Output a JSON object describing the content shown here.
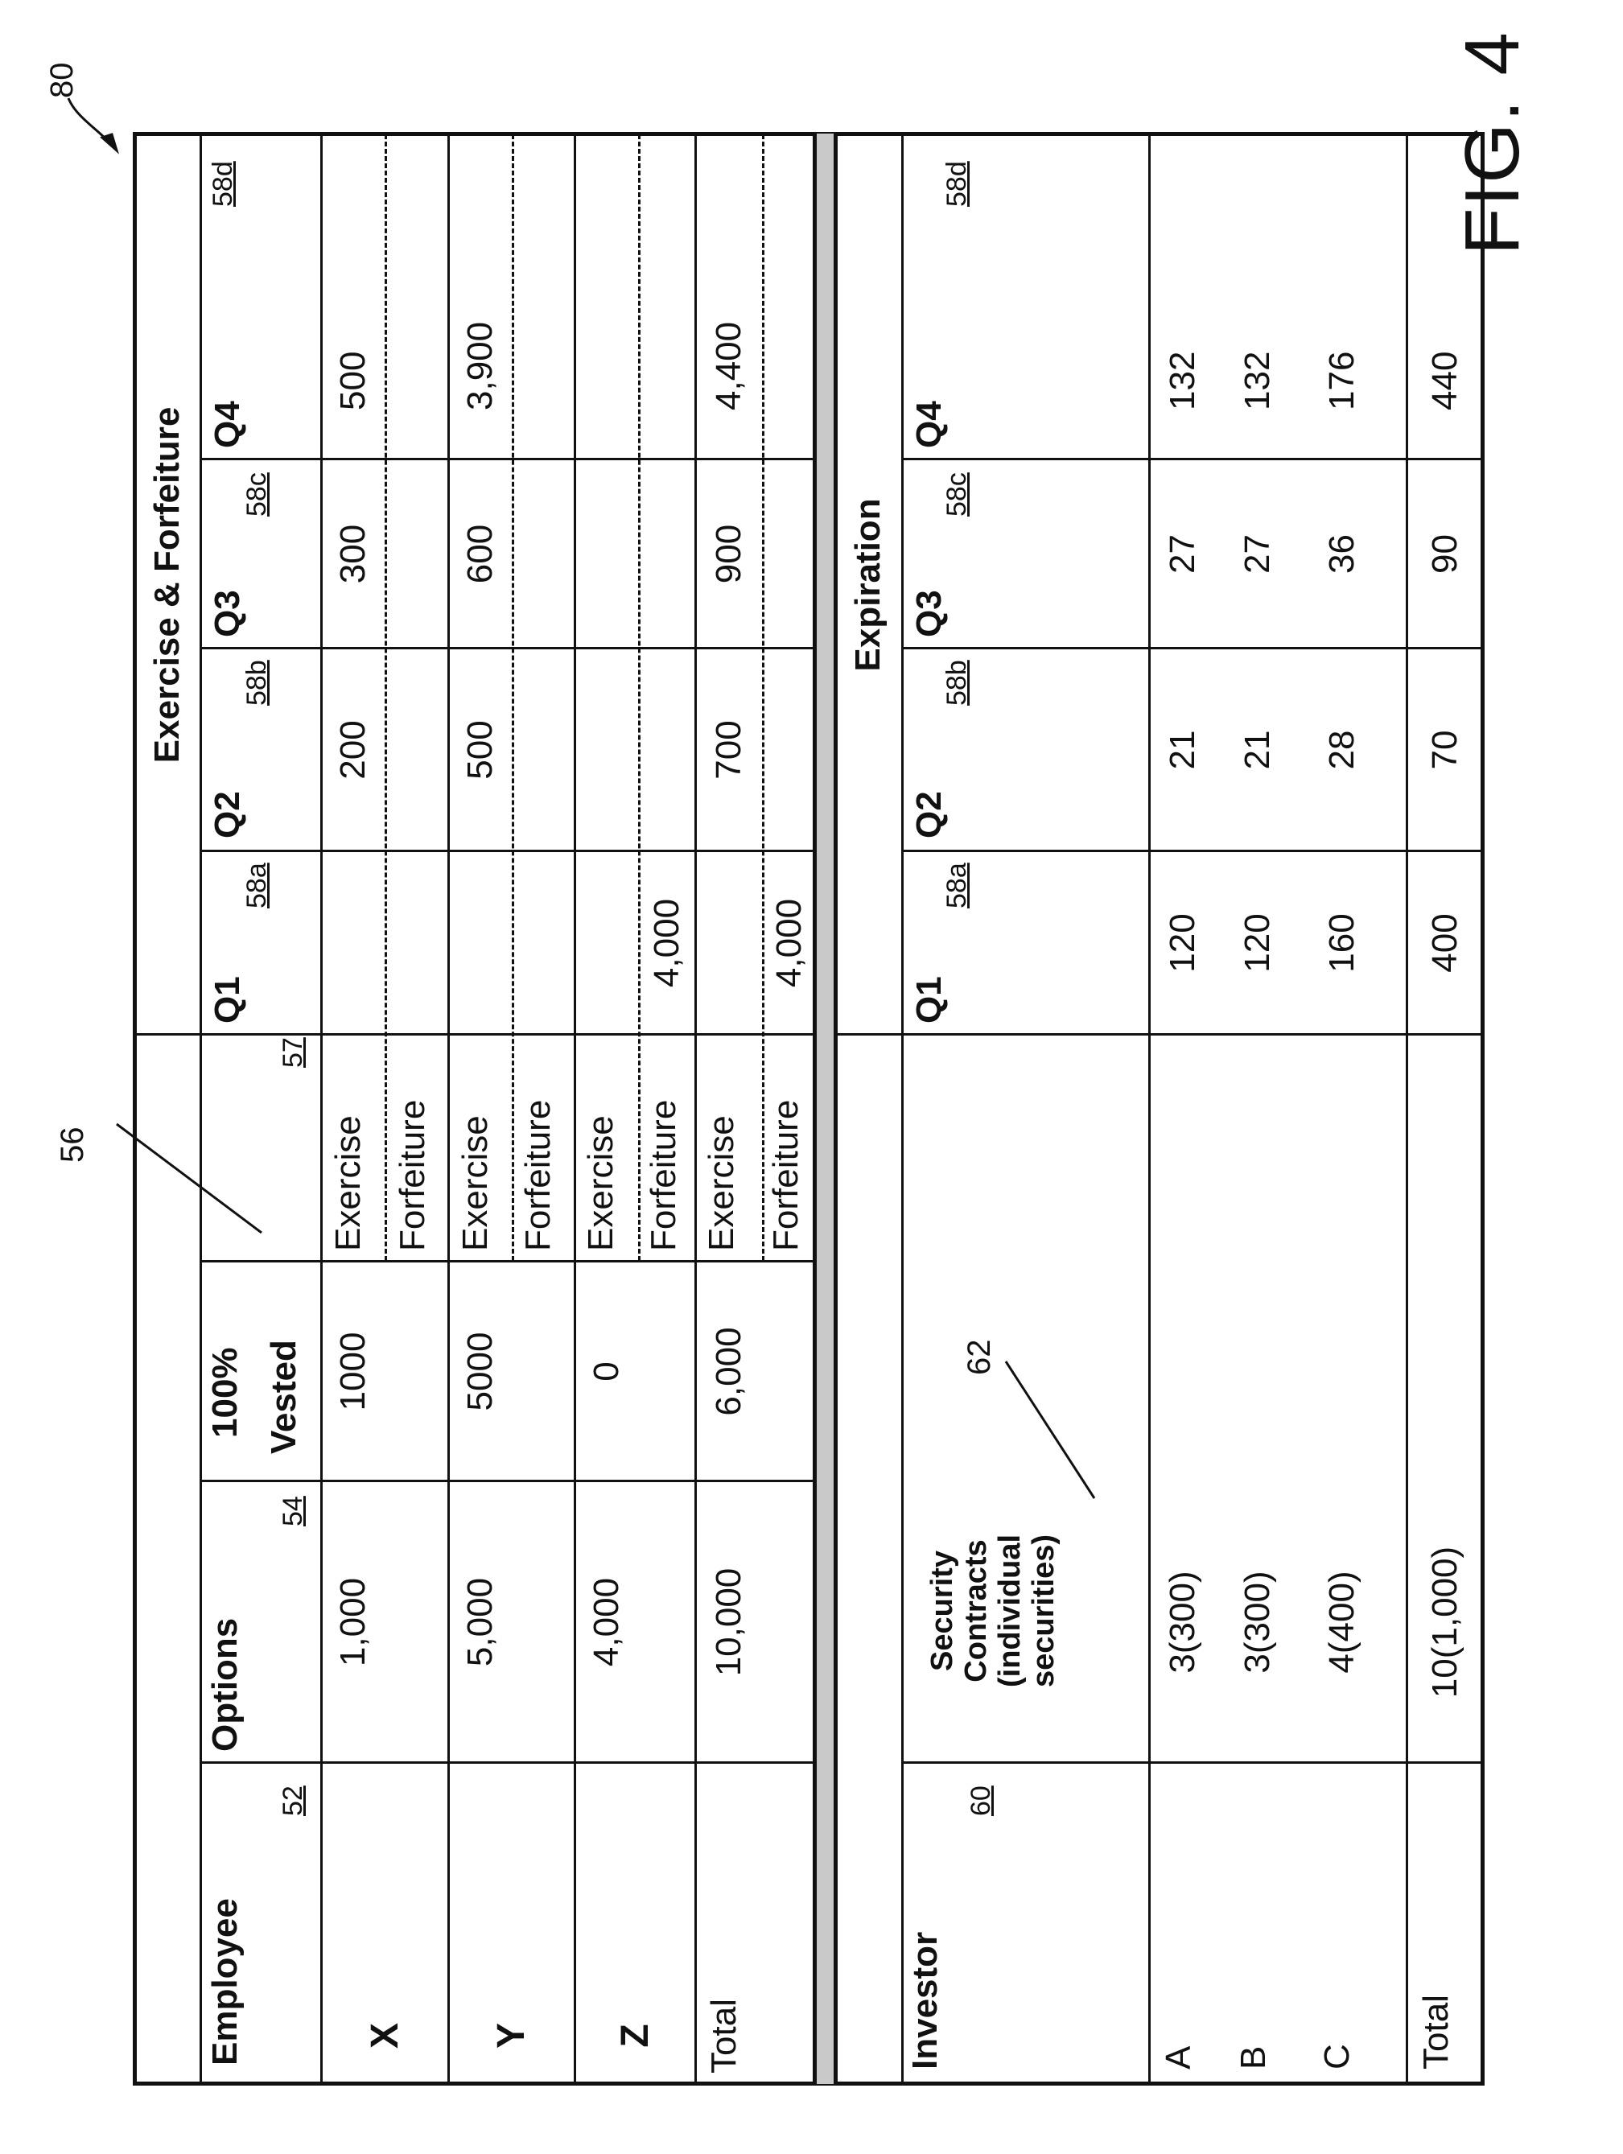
{
  "figure_label": "FIG. 4",
  "ref_numerals": {
    "figure": "80",
    "vested_column": "56",
    "security_contracts": "62"
  },
  "top_table": {
    "headers": {
      "employee": "Employee",
      "employee_ref": "52",
      "options": "Options",
      "options_ref": "54",
      "vested_line1": "100%",
      "vested_line2": "Vested",
      "type_ref": "57",
      "group": "Exercise & Forfeiture",
      "quarters": [
        {
          "label": "Q1",
          "ref": "58a"
        },
        {
          "label": "Q2",
          "ref": "58b"
        },
        {
          "label": "Q3",
          "ref": "58c"
        },
        {
          "label": "Q4",
          "ref": "58d"
        }
      ]
    },
    "rows": [
      {
        "name": "X",
        "options": "1,000",
        "vested": "1000",
        "exercise_label": "Exercise",
        "forfeiture_label": "Forfeiture",
        "exercise": [
          "",
          "200",
          "300",
          "500"
        ],
        "forfeiture": [
          "",
          "",
          "",
          ""
        ]
      },
      {
        "name": "Y",
        "options": "5,000",
        "vested": "5000",
        "exercise_label": "Exercise",
        "forfeiture_label": "Forfeiture",
        "exercise": [
          "",
          "500",
          "600",
          "3,900"
        ],
        "forfeiture": [
          "",
          "",
          "",
          ""
        ]
      },
      {
        "name": "Z",
        "options": "4,000",
        "vested": "0",
        "exercise_label": "Exercise",
        "forfeiture_label": "Forfeiture",
        "exercise": [
          "",
          "",
          "",
          ""
        ],
        "forfeiture": [
          "4,000",
          "",
          "",
          ""
        ]
      },
      {
        "name": "Total",
        "options": "10,000",
        "vested": "6,000",
        "exercise_label": "Exercise",
        "forfeiture_label": "Forfeiture",
        "exercise": [
          "",
          "700",
          "900",
          "4,400"
        ],
        "forfeiture": [
          "4,000",
          "",
          "",
          ""
        ]
      }
    ]
  },
  "bottom_table": {
    "headers": {
      "investor": "Investor",
      "investor_ref": "60",
      "contracts_lines": [
        "Security",
        "Contracts",
        "(individual",
        "securities)"
      ],
      "group": "Expiration",
      "quarters": [
        {
          "label": "Q1",
          "ref": "58a"
        },
        {
          "label": "Q2",
          "ref": "58b"
        },
        {
          "label": "Q3",
          "ref": "58c"
        },
        {
          "label": "Q4",
          "ref": "58d"
        }
      ]
    },
    "rows": [
      {
        "name": "A",
        "contracts": "3(300)",
        "values": [
          "120",
          "21",
          "27",
          "132"
        ]
      },
      {
        "name": "B",
        "contracts": "3(300)",
        "values": [
          "120",
          "21",
          "27",
          "132"
        ]
      },
      {
        "name": "C",
        "contracts": "4(400)",
        "values": [
          "160",
          "28",
          "36",
          "176"
        ]
      },
      {
        "name": "Total",
        "contracts": "10(1,000)",
        "values": [
          "400",
          "70",
          "90",
          "440"
        ]
      }
    ]
  }
}
